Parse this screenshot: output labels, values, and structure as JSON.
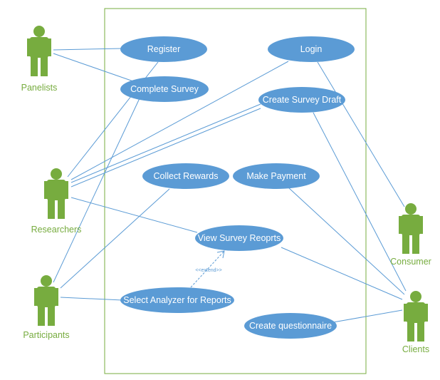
{
  "colors": {
    "actor": "#77AC3F",
    "usecase_fill": "#5B9BD5",
    "usecase_text": "#FFFFFF",
    "association": "#5B9BD5",
    "boundary": "#77AC3F",
    "background": "#FFFFFF"
  },
  "actors": {
    "panelists": "Panelists",
    "researchers": "Researchers",
    "participants": "Participants",
    "consumer": "Consumer",
    "clients": "Clients"
  },
  "use_cases": {
    "register": "Register",
    "login": "Login",
    "complete_survey": "Complete Survey",
    "create_survey_draft": "Create Survey Draft",
    "collect_rewards": "Collect Rewards",
    "make_payment": "Make Payment",
    "view_survey_reports": "View Survey Reoprts",
    "select_analyzer": "Select Analyzer for Reports",
    "create_questionnaire": "Create questionnaire"
  },
  "relations": {
    "extend_label": "<<extend>>"
  }
}
